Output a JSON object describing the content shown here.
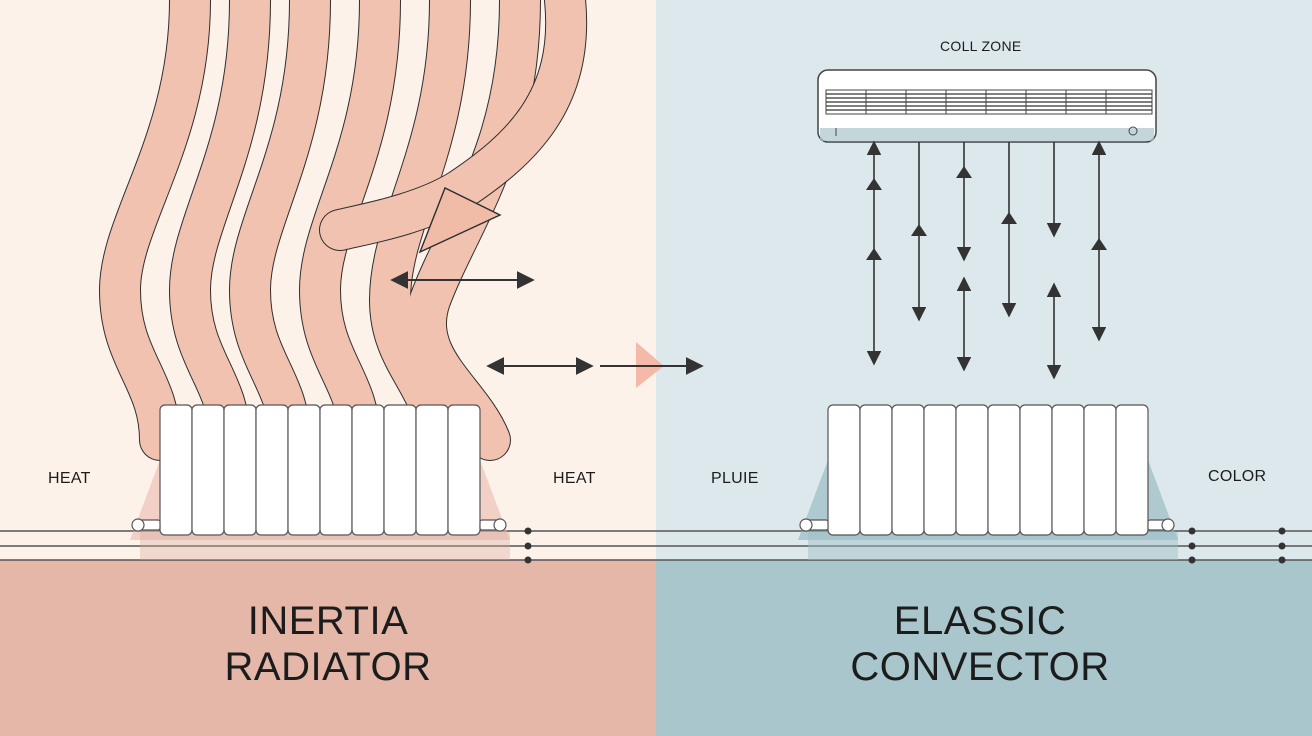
{
  "left_panel": {
    "heat_label_left": "HEAT",
    "heat_label_right": "HEAT",
    "title_line1": "INERTIA",
    "title_line2": "RADIATOR",
    "background_color": "#fdf2ea",
    "floor_color": "#e4b7a9",
    "flow_color": "#f2c2b0"
  },
  "right_panel": {
    "zone_label": "COLL ZONE",
    "left_label": "PLUIE",
    "right_label": "COLOR",
    "title_line1": "ELASSIC",
    "title_line2": "CONVECTOR",
    "background_color": "#dce8ec",
    "floor_color": "#a9c6cc",
    "accent_color": "#8fb4bc"
  },
  "icons": {
    "radiator": "radiator-icon",
    "air_conditioner": "air-conditioner-icon",
    "double_arrow": "double-arrow-icon",
    "vertical_arrow": "vertical-arrow-icon"
  }
}
